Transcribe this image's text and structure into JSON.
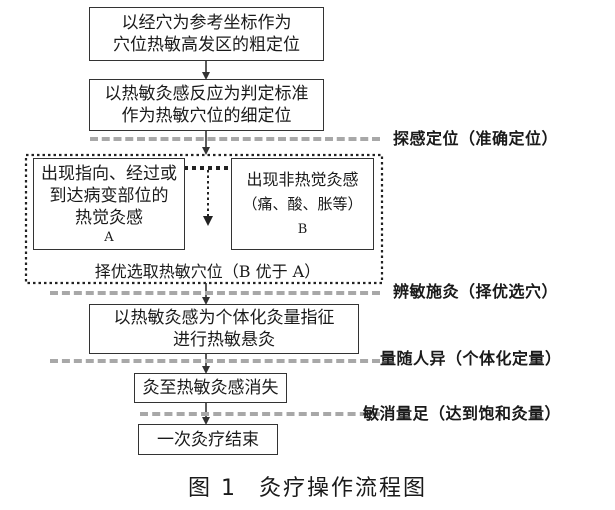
{
  "steps": {
    "step1": {
      "line1": "以经穴为参考坐标作为",
      "line2": "穴位热敏高发区的粗定位"
    },
    "step2": {
      "line1": "以热敏灸感反应为判定标准",
      "line2": "作为热敏穴位的细定位"
    },
    "boxA": {
      "line1": "出现指向、经过或",
      "line2": "到达病变部位的",
      "line3": "热觉灸感",
      "tag": "A"
    },
    "boxB": {
      "line1": "出现非热觉灸感",
      "line2": "（痛、酸、胀等）",
      "tag": "B"
    },
    "select": "择优选取热敏穴位（B 优于 A）",
    "step4": {
      "line1": "以热敏灸感为个体化灸量指征",
      "line2": "进行热敏悬灸"
    },
    "step5": "灸至热敏灸感消失",
    "step6": "一次灸疗结束"
  },
  "phases": {
    "p1": "探感定位（准确定位）",
    "p2": "辨敏施灸（择优选穴）",
    "p3": "量随人异（个体化定量）",
    "p4": "敏消量足（达到饱和灸量）"
  },
  "caption": {
    "number": "图 1",
    "title": "灸疗操作流程图"
  }
}
